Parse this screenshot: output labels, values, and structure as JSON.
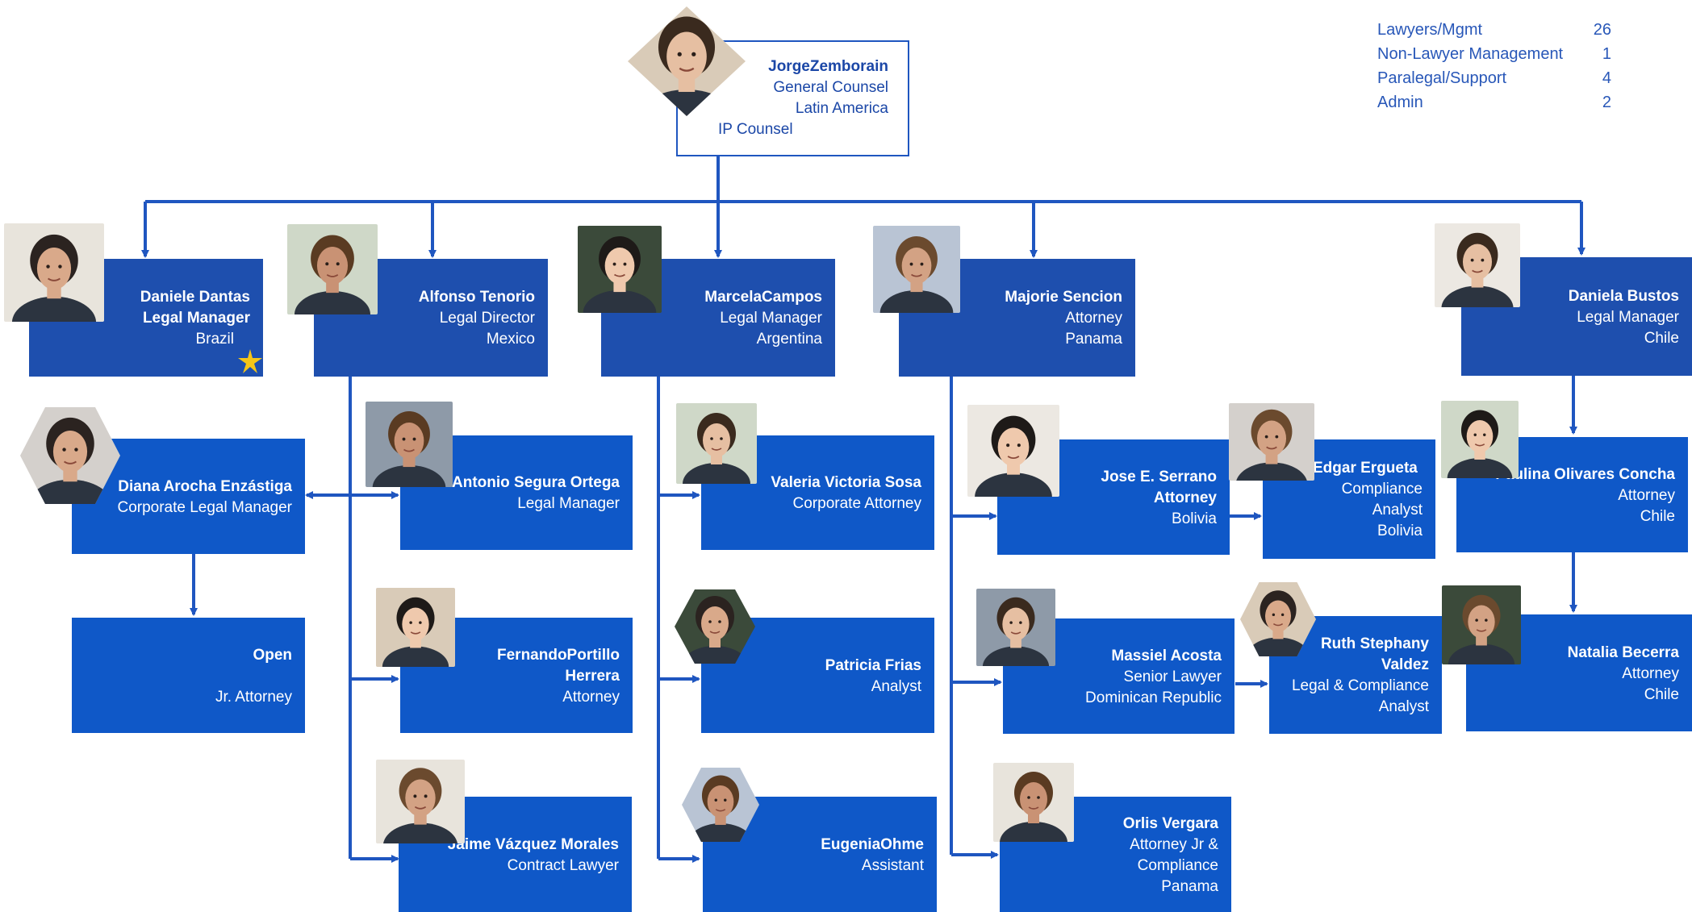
{
  "stats": [
    {
      "label": "Lawyers/Mgmt",
      "value": "26"
    },
    {
      "label": "Non-Lawyer Management",
      "value": "1"
    },
    {
      "label": "Paralegal/Support",
      "value": "4"
    },
    {
      "label": "Admin",
      "value": "2"
    }
  ],
  "root": {
    "name": "JorgeZemborain",
    "title": "General Counsel",
    "region": "Latin America",
    "extra": "IP Counsel"
  },
  "managers": {
    "brazil": {
      "name": "Daniele Dantas",
      "title": "Legal Manager",
      "region": "Brazil"
    },
    "mexico": {
      "name": "Alfonso Tenorio",
      "title": "Legal Director",
      "region": "Mexico"
    },
    "argentina": {
      "name": "MarcelaCampos",
      "title": "Legal Manager",
      "region": "Argentina"
    },
    "panama": {
      "name": "Majorie Sencion",
      "title": "Attorney",
      "region": "Panama"
    },
    "chile": {
      "name": "Daniela Bustos",
      "title": "Legal Manager",
      "region": "Chile"
    }
  },
  "staff": {
    "diana": {
      "name": "Diana Arocha Enzástiga",
      "title": "Corporate Legal Manager"
    },
    "open": {
      "name": "Open",
      "title": "Jr. Attorney"
    },
    "antonio": {
      "name": "Antonio Segura Ortega",
      "title": "Legal Manager"
    },
    "fernando": {
      "name1": "FernandoPortillo",
      "name2": "Herrera",
      "title": "Attorney"
    },
    "jaime": {
      "name": "Jaime Vázquez Morales",
      "title": "Contract Lawyer"
    },
    "valeria": {
      "name": "Valeria Victoria Sosa",
      "title": "Corporate Attorney"
    },
    "patricia": {
      "name": "Patricia Frias",
      "title": "Analyst"
    },
    "eugenia": {
      "name": "EugeniaOhme",
      "title": "Assistant"
    },
    "jose": {
      "name1": "Jose E. Serrano",
      "name2": "Attorney",
      "region": "Bolivia"
    },
    "edgar": {
      "name": "Edgar Ergueta",
      "title1": "Compliance",
      "title2": "Analyst",
      "region": "Bolivia"
    },
    "massiel": {
      "name": "Massiel Acosta",
      "title": "Senior Lawyer",
      "region": "Dominican Republic"
    },
    "ruth": {
      "name1": "Ruth Stephany",
      "name2": "Valdez",
      "title1": "Legal & Compliance",
      "title2": "Analyst"
    },
    "orlis": {
      "name": "Orlis Vergara",
      "title1": "Attorney Jr &",
      "title2": "Compliance",
      "region": "Panama"
    },
    "paulina": {
      "name": "Paulina Olivares Concha",
      "title": "Attorney",
      "region": "Chile"
    },
    "natalia": {
      "name": "Natalia Becerra",
      "title": "Attorney",
      "region": "Chile"
    }
  },
  "colors": {
    "card_dark": "#1e4fae",
    "card_bright": "#0f58c8",
    "line": "#1f56c0",
    "star": "#f5c518"
  },
  "icons": [
    "profile-photo",
    "star-icon"
  ]
}
